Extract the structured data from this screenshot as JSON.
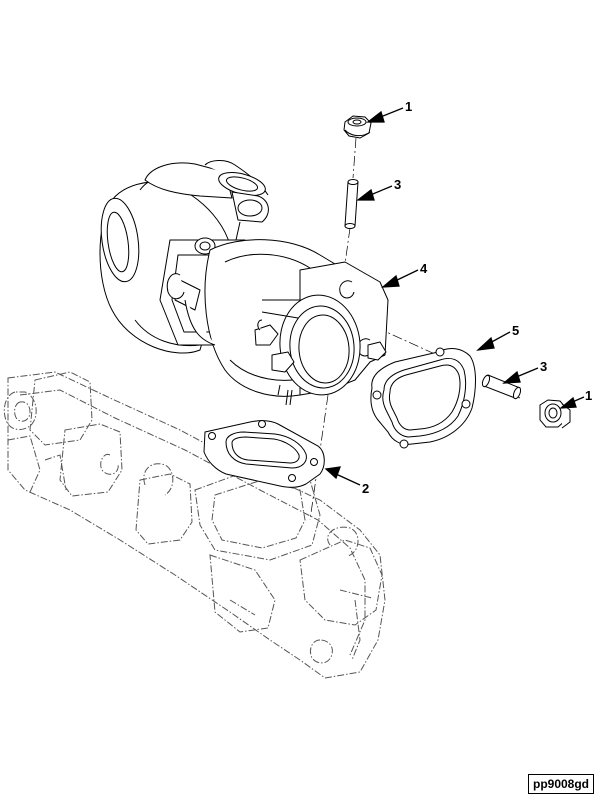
{
  "callouts": {
    "c1_top": "1",
    "c3_top": "3",
    "c4": "4",
    "c5": "5",
    "c3_right": "3",
    "c1_right": "1",
    "c2": "2"
  },
  "reference_code": "pp9008gd",
  "colors": {
    "line": "#000000",
    "ghost": "#555555",
    "background": "#ffffff"
  }
}
